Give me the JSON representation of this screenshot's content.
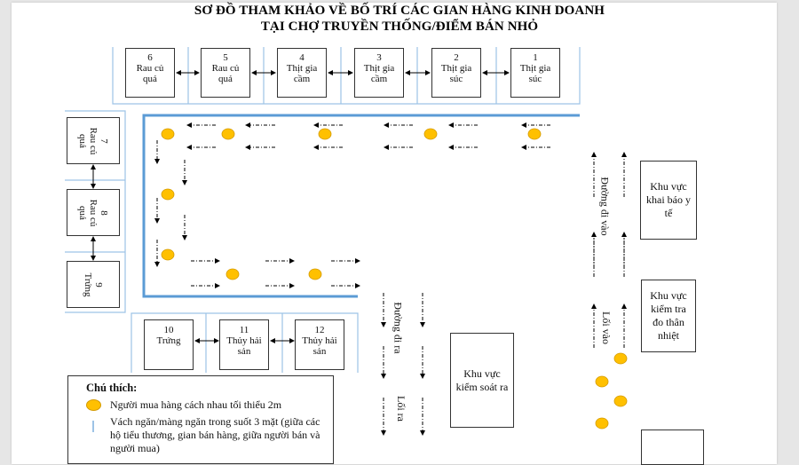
{
  "title": {
    "line1": "SƠ ĐỒ THAM KHẢO VỀ BỐ TRÍ CÁC GIAN HÀNG KINH DOANH",
    "line2": "TẠI CHỢ TRUYỀN THỐNG/ĐIỂM BÁN NHỎ"
  },
  "top_stalls": [
    {
      "num": "6",
      "line1": "Rau củ",
      "line2": "quả"
    },
    {
      "num": "5",
      "line1": "Rau củ",
      "line2": "quả"
    },
    {
      "num": "4",
      "line1": "Thịt gia",
      "line2": "cầm"
    },
    {
      "num": "3",
      "line1": "Thịt gia",
      "line2": "cầm"
    },
    {
      "num": "2",
      "line1": "Thịt gia",
      "line2": "súc"
    },
    {
      "num": "1",
      "line1": "Thịt gia",
      "line2": "súc"
    }
  ],
  "left_stalls": [
    {
      "num": "7",
      "label": "Rau củ quả"
    },
    {
      "num": "8",
      "label": "Rau củ quả"
    },
    {
      "num": "9",
      "label": "Trứng"
    }
  ],
  "bottom_stalls": [
    {
      "num": "10",
      "line1": "Trứng",
      "line2": ""
    },
    {
      "num": "11",
      "line1": "Thủy hải",
      "line2": "sản"
    },
    {
      "num": "12",
      "line1": "Thủy hải",
      "line2": "sản"
    }
  ],
  "zones": {
    "health_declaration": "Khu vực khai báo y tế",
    "temperature_check": "Khu vực kiểm tra đo thân nhiệt",
    "exit_control": "Khu vực kiểm soát ra"
  },
  "lanes": {
    "entry_path": "Đường đi vào",
    "entrance": "Lối vào",
    "exit_path": "Đường đi ra",
    "exit": "Lối ra"
  },
  "legend": {
    "title": "Chú thích:",
    "items": [
      {
        "icon": "yellow-circle",
        "text": "Người mua hàng cách nhau tối thiểu 2m"
      },
      {
        "icon": "blue-divider-line",
        "text": "Vách ngăn/màng ngăn trong suốt 3 mặt (giữa các hộ tiểu thương, gian bán hàng, giữa người bán và người mua)"
      }
    ]
  },
  "colors": {
    "shopper_dot": "#ffc000",
    "divider": "#9dc3e6",
    "wall": "#5b9bd5",
    "stall_border": "#333333"
  }
}
